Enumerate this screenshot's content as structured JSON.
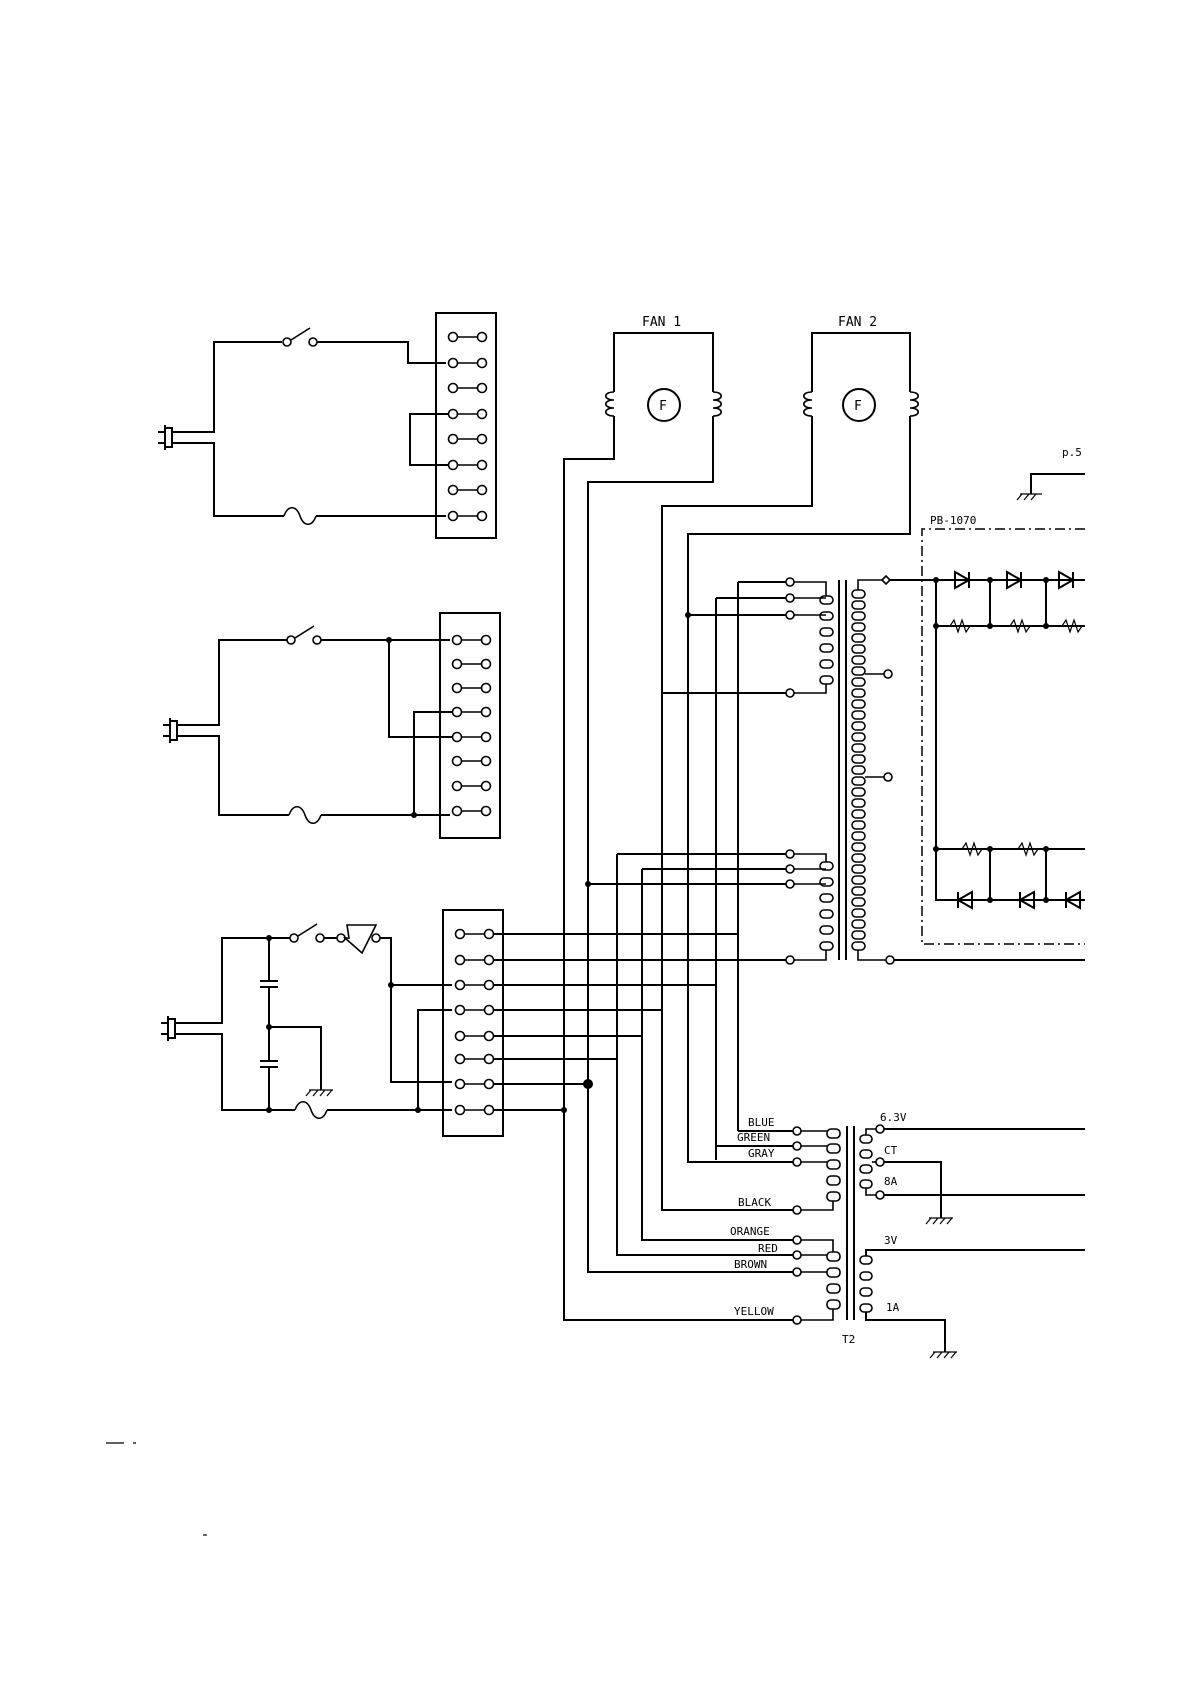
{
  "fans": [
    {
      "label": "FAN 1",
      "motor_letter": "F"
    },
    {
      "label": "FAN 2",
      "motor_letter": "F"
    }
  ],
  "pcb": {
    "label": "PB-1070",
    "ref_label": "p.5"
  },
  "transformer_t2": {
    "label": "T2",
    "primary_leads": [
      "BLUE",
      "GREEN",
      "GRAY",
      "BLACK",
      "ORANGE",
      "RED",
      "BROWN",
      "YELLOW"
    ],
    "secondary_labels": [
      "6.3V",
      "CT",
      "8A",
      "3V",
      "1A"
    ]
  },
  "power_inputs": [
    {
      "name": "power-input-1",
      "jumper_positions": 8
    },
    {
      "name": "power-input-2",
      "jumper_positions": 8
    },
    {
      "name": "power-input-3",
      "jumper_positions": 8
    }
  ],
  "icons": [
    "plug-icon",
    "switch-icon",
    "fuse-icon",
    "ground-icon",
    "fan-motor-icon",
    "diode-icon",
    "resistor-icon",
    "capacitor-icon",
    "transformer-icon"
  ],
  "colors": {
    "ink": "#000000",
    "paper": "#ffffff"
  }
}
